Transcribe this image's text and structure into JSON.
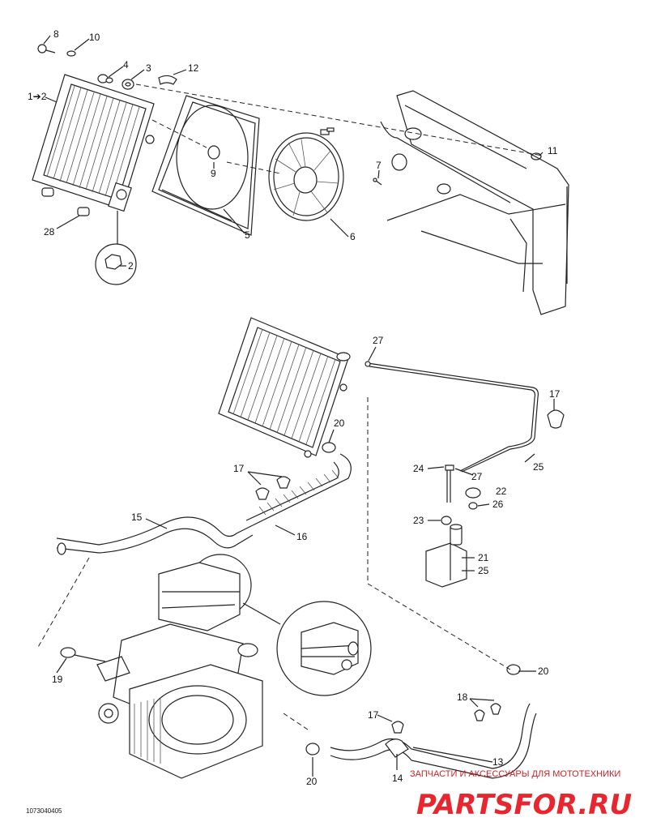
{
  "callouts": {
    "c8": "8",
    "c10": "10",
    "c4": "4",
    "c3": "3",
    "c12": "12",
    "c1": "1➔2",
    "c9": "9",
    "c5": "5",
    "c6": "6",
    "c7": "7",
    "c11": "11",
    "c28": "28",
    "c2": "2",
    "c27a": "27",
    "c17a": "17",
    "c20a": "20",
    "c24": "24",
    "c27b": "27",
    "c25a": "25",
    "c22": "22",
    "c26": "26",
    "c23": "23",
    "c21": "21",
    "c25b": "25",
    "c17b": "17",
    "c15": "15",
    "c16": "16",
    "c19": "19",
    "c20b": "20",
    "c18": "18",
    "c17c": "17",
    "c13": "13",
    "c14": "14",
    "c20c": "20"
  },
  "figure_code": "1073040405",
  "watermark": {
    "tagline": "ЗАПЧАСТИ И АКСЕССУАРЫ ДЛЯ МОТОТЕХНИКИ",
    "brand": "PARTSFOR.RU",
    "color": "#e8262f"
  }
}
